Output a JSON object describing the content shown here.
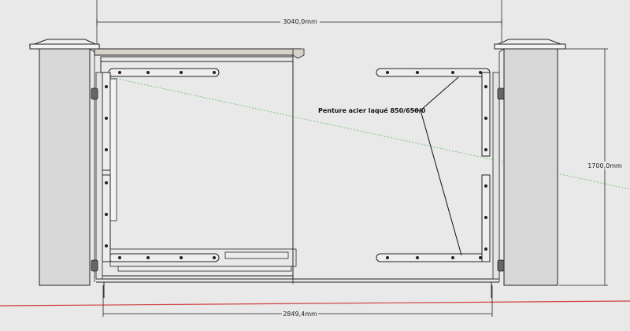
{
  "dimensions": {
    "top_width": "3040,0mm",
    "bottom_width": "2849,4mm",
    "right_height": "1700,0mm"
  },
  "callout": {
    "label": "Penture acier laqué 850/650/0"
  },
  "colors": {
    "background": "#e9e9e9",
    "pillar": "#d8d8d8",
    "lines": "#222222",
    "ground_axis": "#d04040",
    "guide_axis": "#66bb66"
  }
}
